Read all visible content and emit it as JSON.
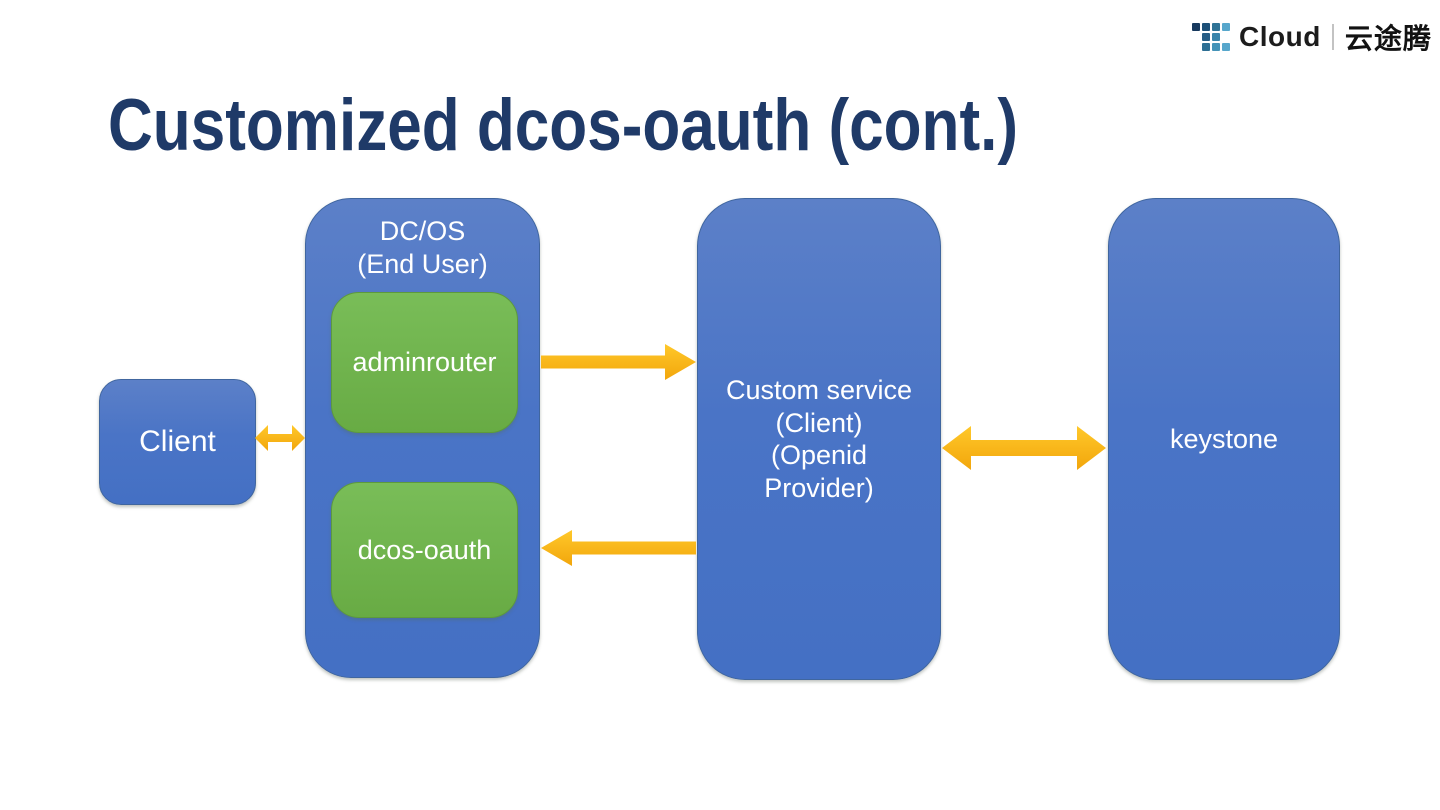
{
  "logo": {
    "icon": "t2-grid-icon",
    "cloud_text": "Cloud",
    "separator": "|",
    "cn_text": "云途腾"
  },
  "title": "Customized dcos-oauth (cont.)",
  "colors": {
    "title_navy": "#1f3a68",
    "node_blue": "#4472c4",
    "node_green": "#70ad47",
    "arrow_yellow": "#fdbd10",
    "background": "#ffffff"
  },
  "diagram": {
    "nodes": {
      "client": {
        "label": "Client"
      },
      "dcos": {
        "label_line1": "DC/OS",
        "label_line2": "(End User)"
      },
      "adminrouter": {
        "label": "adminrouter"
      },
      "dcos_oauth": {
        "label": "dcos-oauth"
      },
      "custom_service": {
        "lines": [
          "Custom service",
          "(Client)",
          "(Openid",
          "Provider)"
        ]
      },
      "keystone": {
        "label": "keystone"
      }
    },
    "edges": [
      {
        "from": "client",
        "to": "dcos",
        "direction": "both"
      },
      {
        "from": "adminrouter",
        "to": "custom_service",
        "direction": "right"
      },
      {
        "from": "custom_service",
        "to": "dcos_oauth",
        "direction": "left"
      },
      {
        "from": "custom_service",
        "to": "keystone",
        "direction": "both"
      }
    ]
  }
}
